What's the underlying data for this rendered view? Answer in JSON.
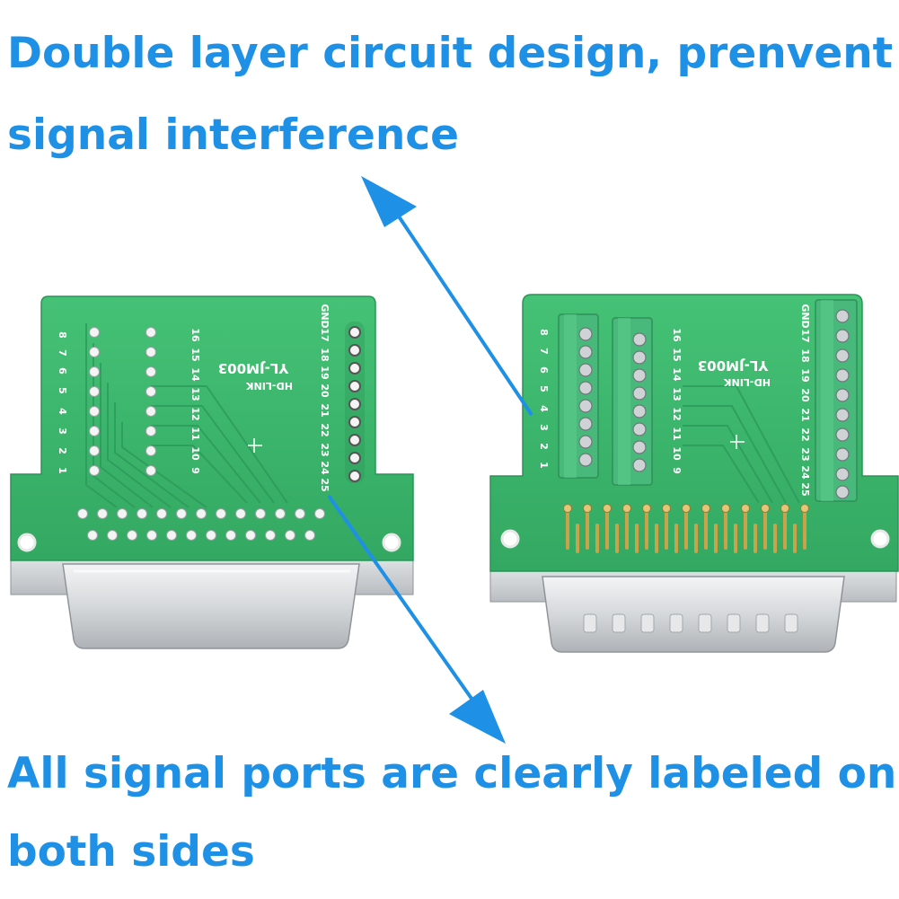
{
  "captions": {
    "top_line1": "Double layer circuit design, prenvent",
    "top_line2": "signal interference",
    "bottom_line1": "All signal ports are clearly labeled on",
    "bottom_line2": "both sides"
  },
  "board": {
    "model": "YL-JM003",
    "brand": "HD-LINK",
    "gnd_label": "GND",
    "left_pins": [
      "8",
      "7",
      "6",
      "5",
      "4",
      "3",
      "2",
      "1"
    ],
    "mid_pins": [
      "16",
      "15",
      "14",
      "13",
      "12",
      "11",
      "10",
      "9"
    ],
    "right_pins": [
      "17",
      "18",
      "19",
      "20",
      "21",
      "22",
      "23",
      "24",
      "25"
    ]
  },
  "colors": {
    "caption": "#1e90e6",
    "arrow": "#1e90e6",
    "pcb": "#3db86c",
    "terminal": "#46b878",
    "metal": "#d9dcdf",
    "gold": "#c9a24a"
  }
}
